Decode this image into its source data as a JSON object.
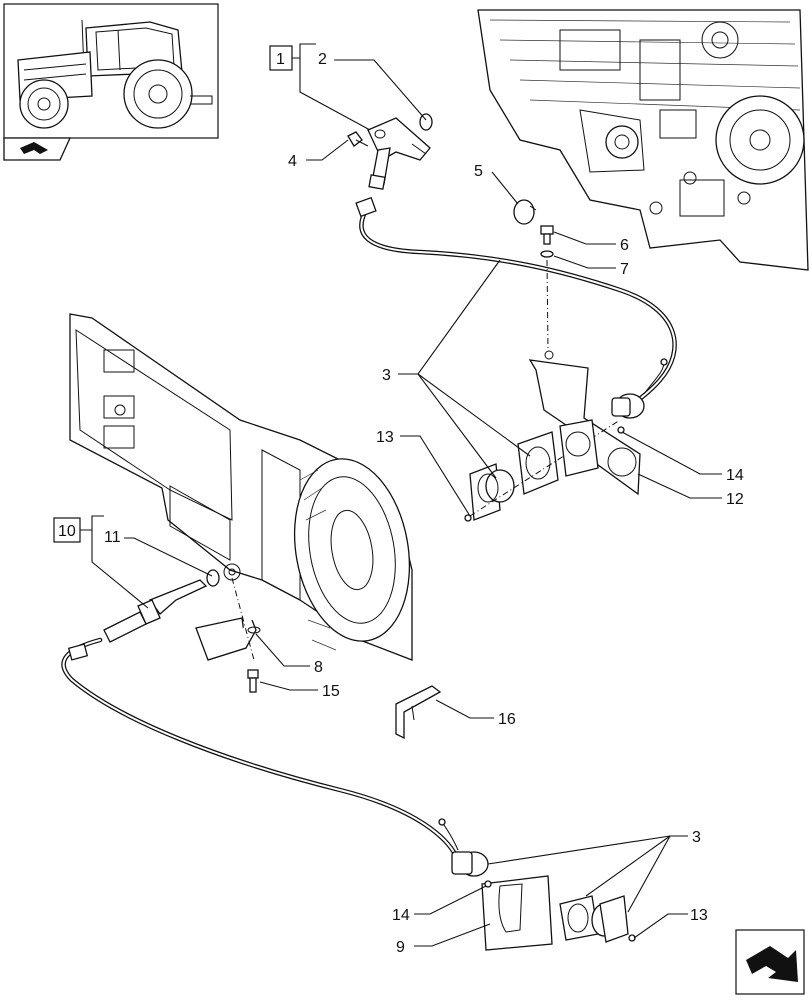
{
  "callouts": {
    "c1": "1",
    "c2": "2",
    "c3a": "3",
    "c3b": "3",
    "c4": "4",
    "c5": "5",
    "c6": "6",
    "c7": "7",
    "c8": "8",
    "c9": "9",
    "c10": "10",
    "c11": "11",
    "c12": "12",
    "c13a": "13",
    "c13b": "13",
    "c14a": "14",
    "c14b": "14",
    "c15": "15",
    "c16": "16"
  },
  "icons": {
    "thumbnail": "tractor-thumbnail-icon",
    "nav_small": "page-arrow-icon",
    "nav_large": "next-page-arrow-icon"
  }
}
